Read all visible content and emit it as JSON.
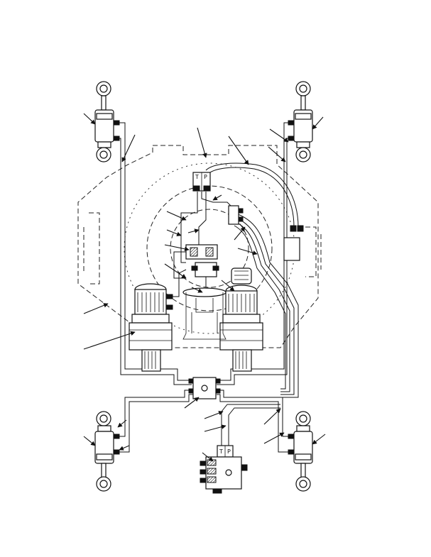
{
  "valve_ports": {
    "top_valve": [
      "T",
      "P"
    ],
    "bottom_valve": [
      "T",
      "P"
    ]
  },
  "callout_leaders": [
    {
      "id": "c1"
    },
    {
      "id": "c2"
    },
    {
      "id": "c3"
    },
    {
      "id": "c4"
    },
    {
      "id": "c5"
    },
    {
      "id": "c6"
    },
    {
      "id": "c7"
    },
    {
      "id": "c8"
    },
    {
      "id": "c9"
    },
    {
      "id": "c10"
    },
    {
      "id": "c11"
    },
    {
      "id": "c12"
    },
    {
      "id": "c13"
    },
    {
      "id": "c14"
    },
    {
      "id": "c15"
    },
    {
      "id": "c16"
    },
    {
      "id": "c17"
    },
    {
      "id": "c18"
    },
    {
      "id": "c19"
    },
    {
      "id": "c20"
    },
    {
      "id": "c21"
    },
    {
      "id": "c22"
    },
    {
      "id": "c23"
    },
    {
      "id": "c24"
    },
    {
      "id": "c25"
    }
  ]
}
